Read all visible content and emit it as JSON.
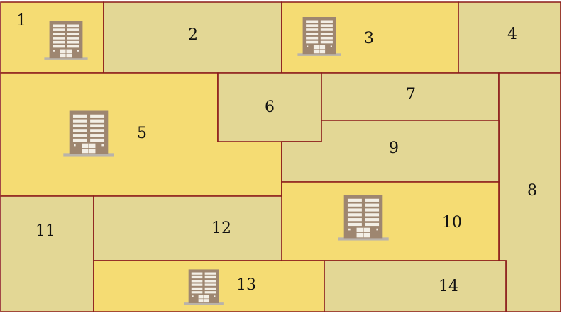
{
  "colors": {
    "border": "#8b1a1a",
    "fill_highlight": "#f5dc73",
    "fill_plain": "#e3d795",
    "building_body": "#9e8670",
    "building_window": "#f3efe6",
    "building_base": "#b9b3ab"
  },
  "icon": "office-building-icon",
  "parcels": [
    {
      "id": "1",
      "label": "1",
      "highlight": true,
      "has_building": true
    },
    {
      "id": "2",
      "label": "2",
      "highlight": false,
      "has_building": false
    },
    {
      "id": "3",
      "label": "3",
      "highlight": true,
      "has_building": true
    },
    {
      "id": "4",
      "label": "4",
      "highlight": false,
      "has_building": false
    },
    {
      "id": "5",
      "label": "5",
      "highlight": true,
      "has_building": true
    },
    {
      "id": "6",
      "label": "6",
      "highlight": false,
      "has_building": false
    },
    {
      "id": "7",
      "label": "7",
      "highlight": false,
      "has_building": false
    },
    {
      "id": "8",
      "label": "8",
      "highlight": false,
      "has_building": false
    },
    {
      "id": "9",
      "label": "9",
      "highlight": false,
      "has_building": false
    },
    {
      "id": "10",
      "label": "10",
      "highlight": true,
      "has_building": true
    },
    {
      "id": "11",
      "label": "11",
      "highlight": false,
      "has_building": false
    },
    {
      "id": "12",
      "label": "12",
      "highlight": false,
      "has_building": false
    },
    {
      "id": "13",
      "label": "13",
      "highlight": true,
      "has_building": true
    },
    {
      "id": "14",
      "label": "14",
      "highlight": false,
      "has_building": false
    }
  ]
}
